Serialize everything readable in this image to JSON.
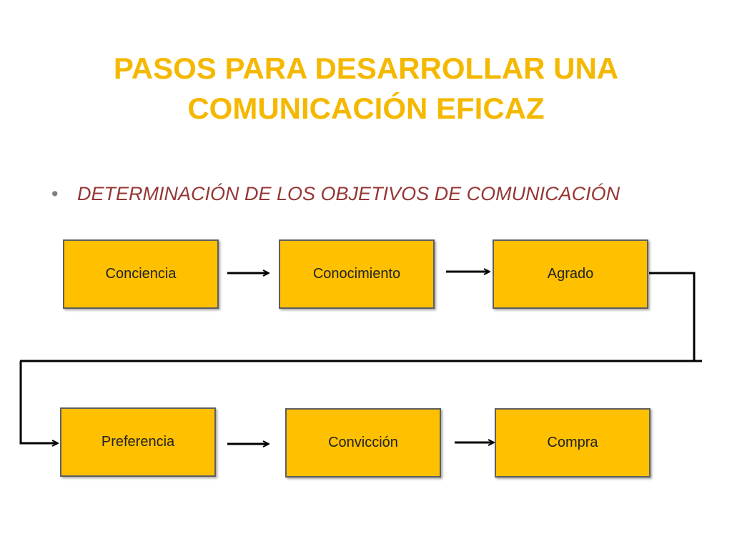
{
  "slide": {
    "title_line1": "PASOS PARA DESARROLLAR UNA",
    "title_line2": "COMUNICACIÓN EFICAZ",
    "bullet": "DETERMINACIÓN DE LOS OBJETIVOS DE COMUNICACIÓN"
  },
  "diagram": {
    "steps": [
      {
        "label": "Conciencia"
      },
      {
        "label": "Conocimiento"
      },
      {
        "label": "Agrado"
      },
      {
        "label": "Preferencia"
      },
      {
        "label": "Convicción"
      },
      {
        "label": "Compra"
      }
    ],
    "colors": {
      "title": "#f5b800",
      "bullet_text": "#953735",
      "box_fill": "#ffc000",
      "box_border": "#5f5f5f",
      "connector": "#000000"
    }
  }
}
